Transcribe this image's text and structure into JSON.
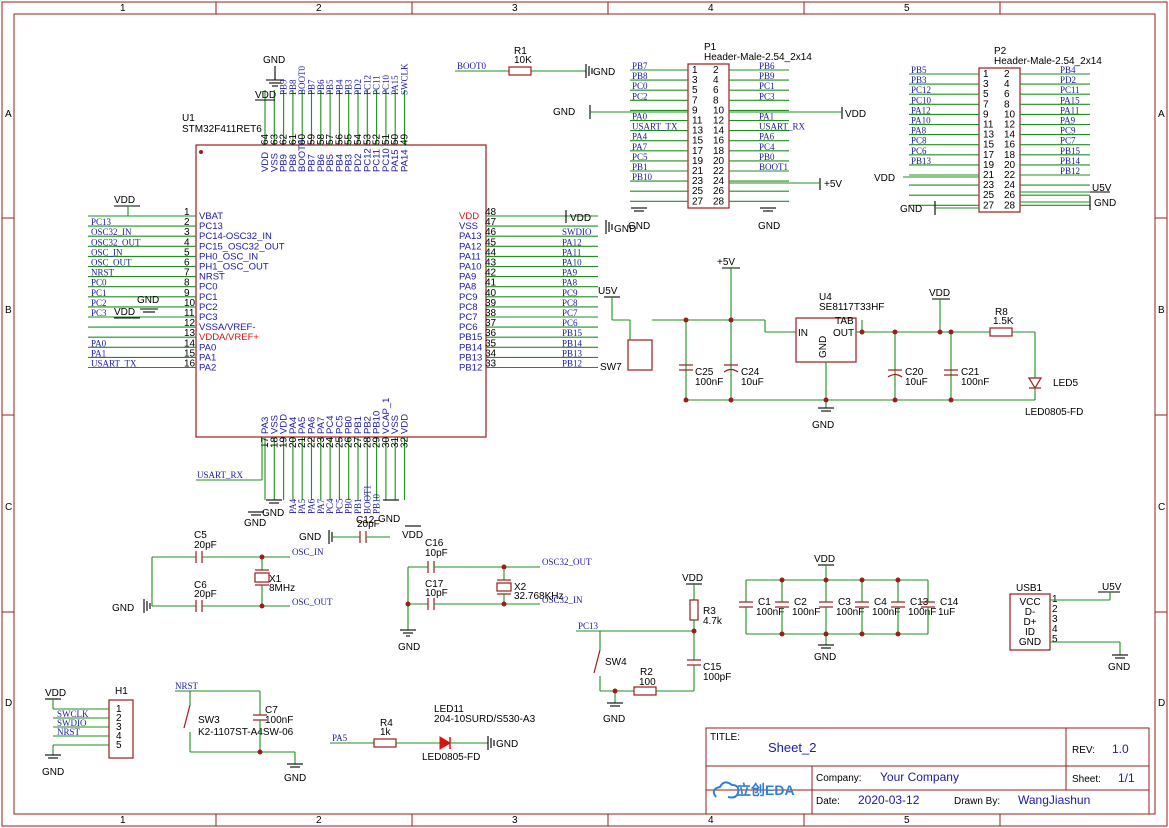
{
  "frame": {
    "col_labels": [
      "1",
      "2",
      "3",
      "4",
      "5"
    ],
    "row_labels": [
      "A",
      "B",
      "C",
      "D"
    ]
  },
  "title_block": {
    "title_label": "TITLE:",
    "title": "Sheet_2",
    "rev_label": "REV:",
    "rev": "1.0",
    "company_label": "Company:",
    "company": "Your Company",
    "sheet_label": "Sheet:",
    "sheet": "1/1",
    "date_label": "Date:",
    "date": "2020-03-12",
    "drawn_label": "Drawn By:",
    "drawn_by": "WangJiashun",
    "logo_text": "立创EDA"
  },
  "u1": {
    "ref": "U1",
    "value": "STM32F411RET6",
    "left_pins": [
      {
        "num": "1",
        "name": "VBAT",
        "net": ""
      },
      {
        "num": "2",
        "name": "PC13",
        "net": "PC13"
      },
      {
        "num": "3",
        "name": "PC14-OSC32_IN",
        "net": "OSC32_IN"
      },
      {
        "num": "4",
        "name": "PC15_OSC32_OUT",
        "net": "OSC32_OUT"
      },
      {
        "num": "5",
        "name": "PH0_OSC_IN",
        "net": "OSC_IN"
      },
      {
        "num": "6",
        "name": "PH1_OSC_OUT",
        "net": "OSC_OUT"
      },
      {
        "num": "7",
        "name": "NRST",
        "net": "NRST"
      },
      {
        "num": "8",
        "name": "PC0",
        "net": "PC0"
      },
      {
        "num": "9",
        "name": "PC1",
        "net": "PC1"
      },
      {
        "num": "10",
        "name": "PC2",
        "net": "PC2"
      },
      {
        "num": "11",
        "name": "PC3",
        "net": "PC3"
      },
      {
        "num": "12",
        "name": "VSSA/VREF-",
        "net": ""
      },
      {
        "num": "13",
        "name": "VDDA/VREF+",
        "net": ""
      },
      {
        "num": "14",
        "name": "PA0",
        "net": "PA0"
      },
      {
        "num": "15",
        "name": "PA1",
        "net": "PA1"
      },
      {
        "num": "16",
        "name": "PA2",
        "net": "USART_TX"
      }
    ],
    "right_pins": [
      {
        "num": "48",
        "name": "VDD",
        "net": "VDD"
      },
      {
        "num": "47",
        "name": "VSS",
        "net": "GND"
      },
      {
        "num": "46",
        "name": "PA13",
        "net": "SWDIO"
      },
      {
        "num": "45",
        "name": "PA12",
        "net": "PA12"
      },
      {
        "num": "44",
        "name": "PA11",
        "net": "PA11"
      },
      {
        "num": "43",
        "name": "PA10",
        "net": "PA10"
      },
      {
        "num": "42",
        "name": "PA9",
        "net": "PA9"
      },
      {
        "num": "41",
        "name": "PA8",
        "net": "PA8"
      },
      {
        "num": "40",
        "name": "PC9",
        "net": "PC9"
      },
      {
        "num": "39",
        "name": "PC8",
        "net": "PC8"
      },
      {
        "num": "38",
        "name": "PC7",
        "net": "PC7"
      },
      {
        "num": "37",
        "name": "PC6",
        "net": "PC6"
      },
      {
        "num": "36",
        "name": "PB15",
        "net": "PB15"
      },
      {
        "num": "35",
        "name": "PB14",
        "net": "PB14"
      },
      {
        "num": "34",
        "name": "PB13",
        "net": "PB13"
      },
      {
        "num": "33",
        "name": "PB12",
        "net": "PB12"
      }
    ],
    "top_pins": [
      {
        "num": "64",
        "name": "VDD",
        "net": "VDD"
      },
      {
        "num": "63",
        "name": "VSS",
        "net": "GND"
      },
      {
        "num": "62",
        "name": "PB9",
        "net": "PB9"
      },
      {
        "num": "61",
        "name": "PB8",
        "net": "PB8"
      },
      {
        "num": "60",
        "name": "BOOT0",
        "net": "BOOT0"
      },
      {
        "num": "59",
        "name": "PB7",
        "net": "PB7"
      },
      {
        "num": "58",
        "name": "PB6",
        "net": "PB6"
      },
      {
        "num": "57",
        "name": "PB5",
        "net": "PB5"
      },
      {
        "num": "56",
        "name": "PB4",
        "net": "PB4"
      },
      {
        "num": "55",
        "name": "PB3",
        "net": "PB3"
      },
      {
        "num": "54",
        "name": "PD2",
        "net": "PD2"
      },
      {
        "num": "53",
        "name": "PC12",
        "net": "PC12"
      },
      {
        "num": "52",
        "name": "PC11",
        "net": "PC11"
      },
      {
        "num": "51",
        "name": "PC10",
        "net": "PC10"
      },
      {
        "num": "50",
        "name": "PA15",
        "net": "PA15"
      },
      {
        "num": "49",
        "name": "PA14",
        "net": "SWCLK"
      }
    ],
    "bottom_pins": [
      {
        "num": "17",
        "name": "PA3",
        "net": "USART_RX"
      },
      {
        "num": "18",
        "name": "VSS",
        "net": "GND"
      },
      {
        "num": "19",
        "name": "VDD",
        "net": ""
      },
      {
        "num": "20",
        "name": "PA4",
        "net": "PA4"
      },
      {
        "num": "21",
        "name": "PA5",
        "net": "PA5"
      },
      {
        "num": "22",
        "name": "PA6",
        "net": "PA6"
      },
      {
        "num": "23",
        "name": "PA7",
        "net": "PA7"
      },
      {
        "num": "24",
        "name": "PC4",
        "net": "PC4"
      },
      {
        "num": "25",
        "name": "PC5",
        "net": "PC5"
      },
      {
        "num": "26",
        "name": "PB0",
        "net": "PB0"
      },
      {
        "num": "27",
        "name": "PB1",
        "net": "PB1"
      },
      {
        "num": "28",
        "name": "PB2",
        "net": "BOOT1"
      },
      {
        "num": "29",
        "name": "PB10",
        "net": "PB10"
      },
      {
        "num": "30",
        "name": "VCAP_1",
        "net": ""
      },
      {
        "num": "31",
        "name": "VSS",
        "net": ""
      },
      {
        "num": "32",
        "name": "VDD",
        "net": "VDD"
      }
    ]
  },
  "p1": {
    "ref": "P1",
    "value": "Header-Male-2.54_2x14",
    "rows": [
      {
        "l": "1",
        "r": "2",
        "ln": "PB7",
        "rn": "PB6"
      },
      {
        "l": "3",
        "r": "4",
        "ln": "PB8",
        "rn": "PB9"
      },
      {
        "l": "5",
        "r": "6",
        "ln": "PC0",
        "rn": "PC1"
      },
      {
        "l": "7",
        "r": "8",
        "ln": "PC2",
        "rn": "PC3"
      },
      {
        "l": "9",
        "r": "10",
        "ln": "",
        "rn": ""
      },
      {
        "l": "11",
        "r": "12",
        "ln": "PA0",
        "rn": "PA1"
      },
      {
        "l": "13",
        "r": "14",
        "ln": "USART_TX",
        "rn": "USART_RX"
      },
      {
        "l": "15",
        "r": "16",
        "ln": "PA4",
        "rn": "PA6"
      },
      {
        "l": "17",
        "r": "18",
        "ln": "PA7",
        "rn": "PC4"
      },
      {
        "l": "19",
        "r": "20",
        "ln": "PC5",
        "rn": "PB0"
      },
      {
        "l": "21",
        "r": "22",
        "ln": "PB1",
        "rn": "BOOT1"
      },
      {
        "l": "23",
        "r": "24",
        "ln": "PB10",
        "rn": ""
      },
      {
        "l": "25",
        "r": "26",
        "ln": "",
        "rn": ""
      },
      {
        "l": "27",
        "r": "28",
        "ln": "",
        "rn": ""
      }
    ]
  },
  "p2": {
    "ref": "P2",
    "value": "Header-Male-2.54_2x14",
    "rows": [
      {
        "l": "1",
        "r": "2",
        "ln": "PB5",
        "rn": "PB4"
      },
      {
        "l": "3",
        "r": "4",
        "ln": "PB3",
        "rn": "PD2"
      },
      {
        "l": "5",
        "r": "6",
        "ln": "PC12",
        "rn": "PC11"
      },
      {
        "l": "7",
        "r": "8",
        "ln": "PC10",
        "rn": "PA15"
      },
      {
        "l": "9",
        "r": "10",
        "ln": "PA12",
        "rn": "PA11"
      },
      {
        "l": "11",
        "r": "12",
        "ln": "PA10",
        "rn": "PA9"
      },
      {
        "l": "13",
        "r": "14",
        "ln": "PA8",
        "rn": "PC9"
      },
      {
        "l": "15",
        "r": "16",
        "ln": "PC8",
        "rn": "PC7"
      },
      {
        "l": "17",
        "r": "18",
        "ln": "PC6",
        "rn": "PB15"
      },
      {
        "l": "19",
        "r": "20",
        "ln": "PB13",
        "rn": "PB14"
      },
      {
        "l": "21",
        "r": "22",
        "ln": "",
        "rn": "PB12"
      },
      {
        "l": "23",
        "r": "24",
        "ln": "",
        "rn": ""
      },
      {
        "l": "25",
        "r": "26",
        "ln": "",
        "rn": ""
      },
      {
        "l": "27",
        "r": "28",
        "ln": "",
        "rn": ""
      }
    ]
  },
  "power": {
    "gnd": "GND",
    "vdd": "VDD",
    "u5v": "U5V",
    "p5v": "+5V"
  },
  "parts": {
    "r1": {
      "ref": "R1",
      "val": "10K",
      "net": "BOOT0"
    },
    "u4": {
      "ref": "U4",
      "val": "SE8117T33HF",
      "tab": "TAB",
      "in": "IN",
      "out": "OUT",
      "gnd": "GND"
    },
    "r8": {
      "ref": "R8",
      "val": "1.5K"
    },
    "led5": {
      "ref": "LED5",
      "val": "LED0805-FD"
    },
    "c25": {
      "ref": "C25",
      "val": "100nF"
    },
    "c24": {
      "ref": "C24",
      "val": "10uF"
    },
    "c20": {
      "ref": "C20",
      "val": "10uF"
    },
    "c21": {
      "ref": "C21",
      "val": "100nF"
    },
    "sw7": {
      "ref": "SW7"
    },
    "c5": {
      "ref": "C5",
      "val": "20pF"
    },
    "c6": {
      "ref": "C6",
      "val": "20pF"
    },
    "x1": {
      "ref": "X1",
      "val": "8MHz"
    },
    "c16": {
      "ref": "C16",
      "val": "10pF"
    },
    "c17": {
      "ref": "C17",
      "val": "10pF"
    },
    "x2": {
      "ref": "X2",
      "val": "32.768KHz"
    },
    "c12": {
      "ref": "C12",
      "val": "20pF"
    },
    "r3": {
      "ref": "R3",
      "val": "4.7k"
    },
    "sw4": {
      "ref": "SW4"
    },
    "r2": {
      "ref": "R2",
      "val": "100"
    },
    "c15": {
      "ref": "C15",
      "val": "100pF"
    },
    "caps": [
      {
        "ref": "C1",
        "val": "100nF"
      },
      {
        "ref": "C2",
        "val": "100nF"
      },
      {
        "ref": "C3",
        "val": "100nF"
      },
      {
        "ref": "C4",
        "val": "100nF"
      },
      {
        "ref": "C13",
        "val": "100nF"
      },
      {
        "ref": "C14",
        "val": "1uF"
      }
    ],
    "usb1": {
      "ref": "USB1",
      "pins": [
        "VCC",
        "D-",
        "D+",
        "ID",
        "GND"
      ]
    },
    "h1": {
      "ref": "H1",
      "pins": [
        "1",
        "2",
        "3",
        "4",
        "5"
      ],
      "nets": [
        "",
        "SWCLK",
        "SWDIO",
        "NRST",
        ""
      ]
    },
    "sw3": {
      "ref": "SW3",
      "val": "K2-1107ST-A4SW-06"
    },
    "c7": {
      "ref": "C7",
      "val": "100nF"
    },
    "r4": {
      "ref": "R4",
      "val": "1k"
    },
    "led11": {
      "ref": "LED11",
      "val": "204-10SURD/S530-A3",
      "val2": "LED0805-FD"
    }
  },
  "nets": {
    "osc_in": "OSC_IN",
    "osc_out": "OSC_OUT",
    "osc32_out": "OSC32_OUT",
    "osc32_in": "OSC32_IN",
    "pc13": "PC13",
    "nrst": "NRST",
    "pa5": "PA5"
  }
}
